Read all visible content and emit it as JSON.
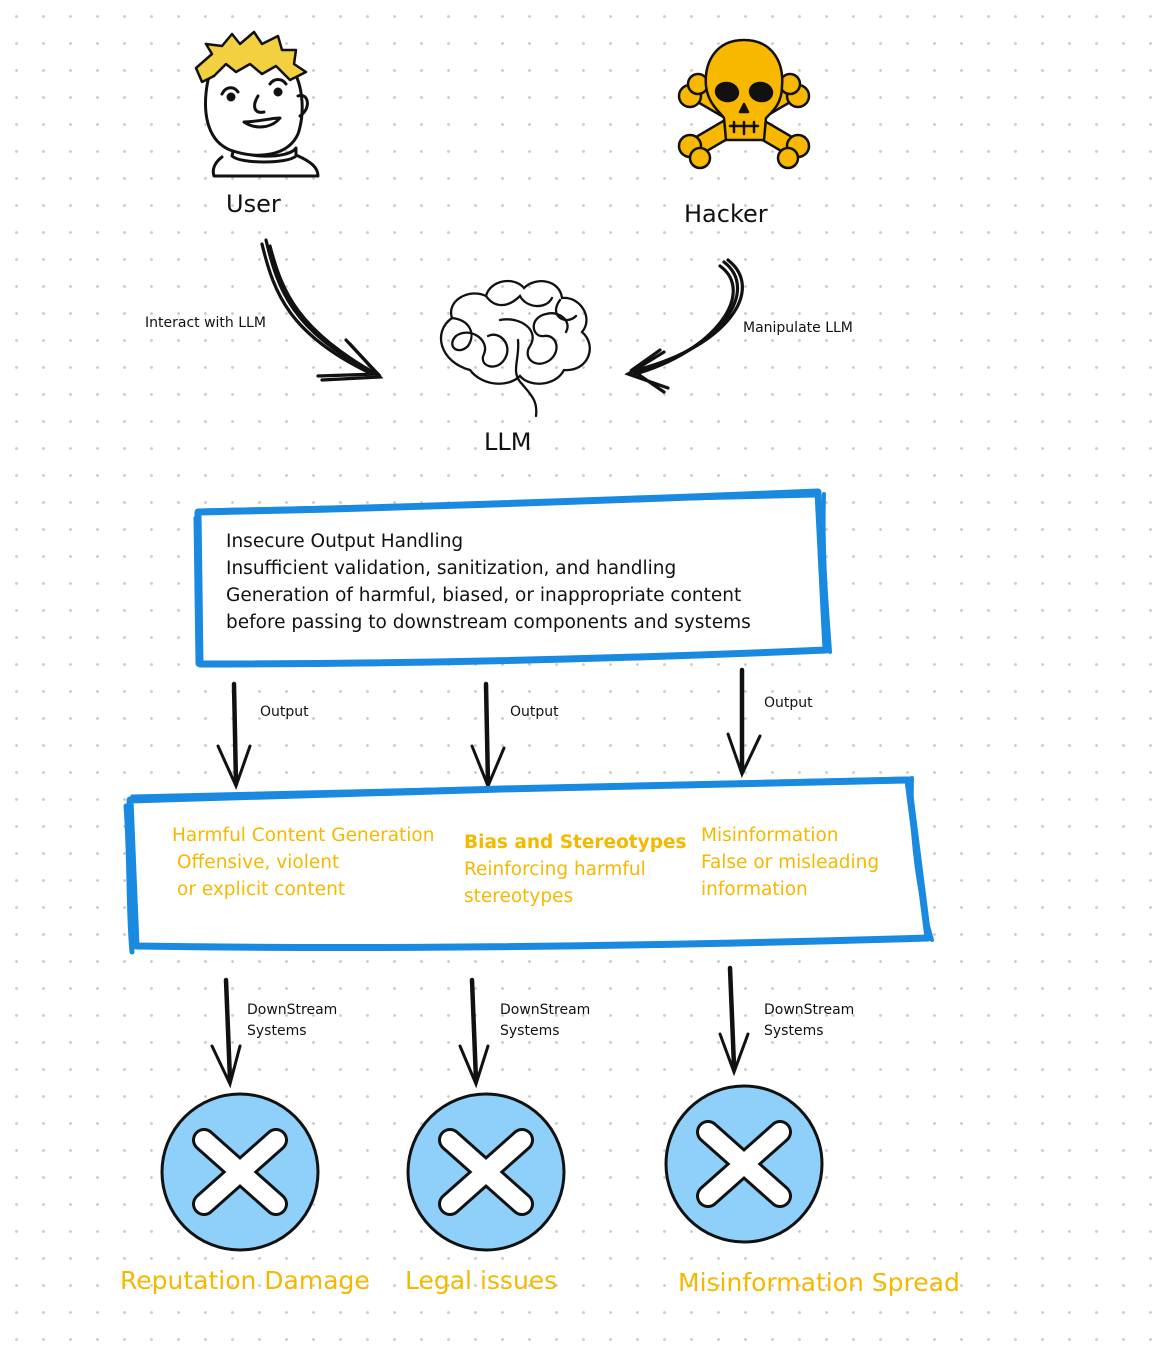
{
  "actors": {
    "user": {
      "label": "User",
      "icon": "user-face-icon"
    },
    "hacker": {
      "label": "Hacker",
      "icon": "skull-crossbones-icon"
    },
    "llm": {
      "label": "LLM",
      "icon": "brain-icon"
    }
  },
  "edges": {
    "user_to_llm": "Interact with LLM",
    "hacker_to_llm": "Manipulate LLM",
    "output_labels": [
      "Output",
      "Output",
      "Output"
    ],
    "downstream_labels": [
      [
        "DownStream",
        "Systems"
      ],
      [
        "DownStream",
        "Systems"
      ],
      [
        "DownStream",
        "Systems"
      ]
    ]
  },
  "vulnerability_box": {
    "lines": [
      "Insecure Output Handling",
      "Insufficient validation, sanitization, and handling",
      "Generation of harmful, biased, or inappropriate content",
      "before passing to downstream components and systems"
    ]
  },
  "categories": [
    {
      "title": "Harmful Content Generation",
      "lines": [
        "Offensive, violent",
        "or explicit content"
      ]
    },
    {
      "title": "Bias and Stereotypes",
      "lines": [
        "Reinforcing harmful",
        "stereotypes"
      ]
    },
    {
      "title": "Misinformation",
      "lines": [
        "False or misleading",
        "information"
      ]
    }
  ],
  "impacts": [
    {
      "label": "Reputation Damage",
      "icon": "x-circle-icon"
    },
    {
      "label": "Legal issues",
      "icon": "x-circle-icon"
    },
    {
      "label": "Misinformation Spread",
      "icon": "x-circle-icon"
    }
  ],
  "colors": {
    "box_border": "#1a8ae0",
    "accent_text": "#f5b800",
    "skull": "#f9b800",
    "circle_fill": "#8fd0fb",
    "hair": "#f3d03f"
  }
}
